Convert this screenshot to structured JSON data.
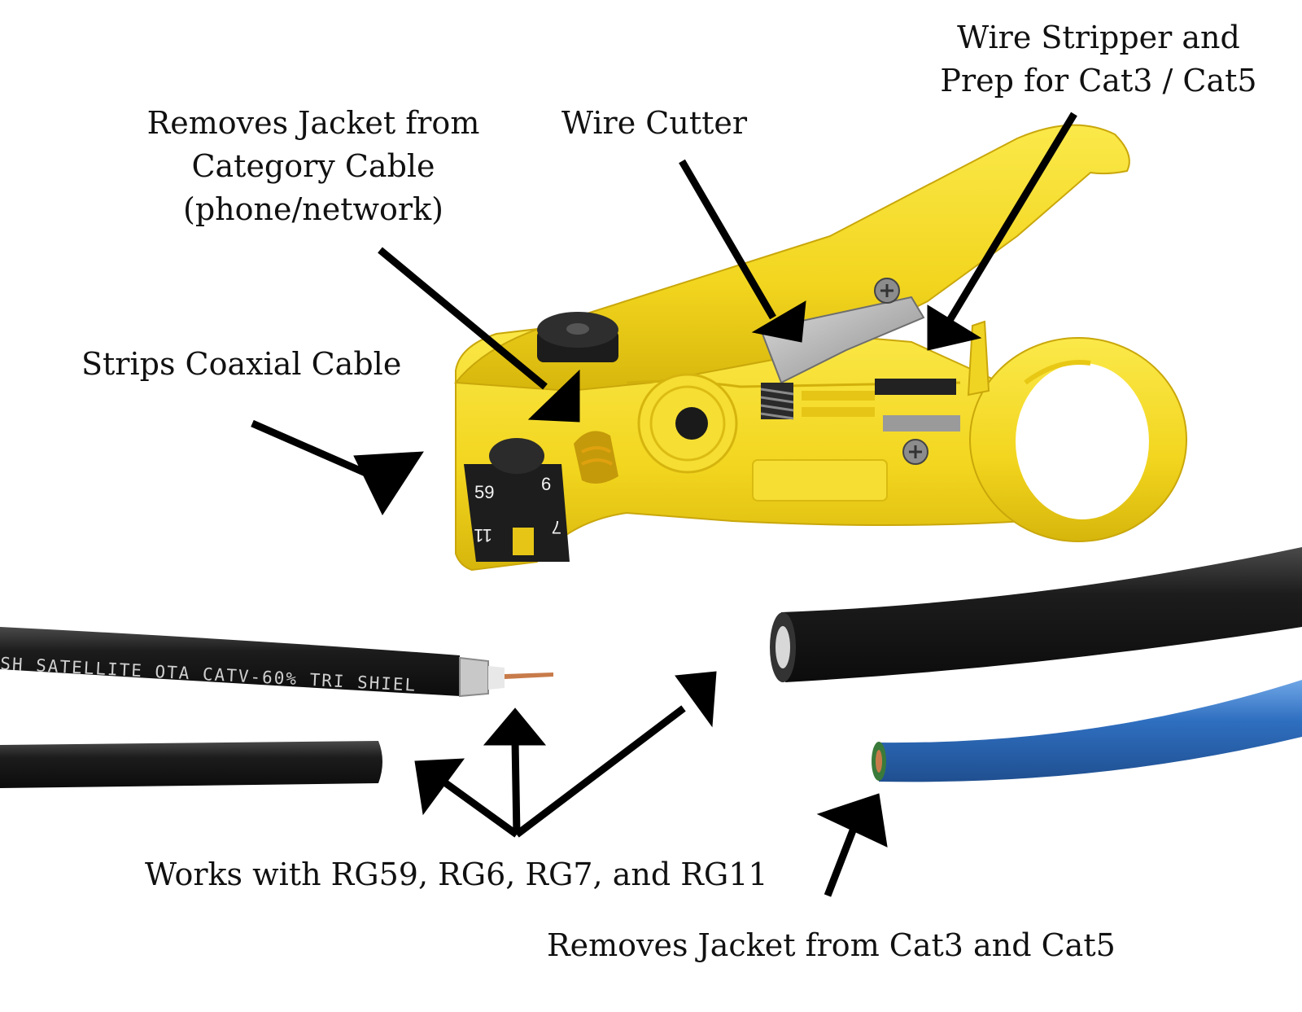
{
  "callouts": {
    "coax": "Strips Coaxial Cable",
    "category_jacket": [
      "Removes Jacket from",
      "Category Cable",
      "(phone/network)"
    ],
    "cutter": "Wire Cutter",
    "stripper": [
      "Wire Stripper and",
      "Prep for Cat3 / Cat5"
    ],
    "rg_types": "Works with RG59, RG6, RG7, and RG11",
    "cat_jacket": "Removes Jacket from Cat3 and Cat5"
  },
  "dial": {
    "top_left": "59",
    "top_right": "6",
    "bottom_left": "11",
    "bottom_right": "7"
  },
  "cable_print": "SH SATELLITE OTA CATV-60% TRI SHIEL",
  "colors": {
    "tool_yellow": "#f5dc2c",
    "tool_shadow": "#d9ba10",
    "cable_black": "#1c1c1c",
    "cat_blue": "#2f6fc0",
    "arrow": "#000000"
  }
}
